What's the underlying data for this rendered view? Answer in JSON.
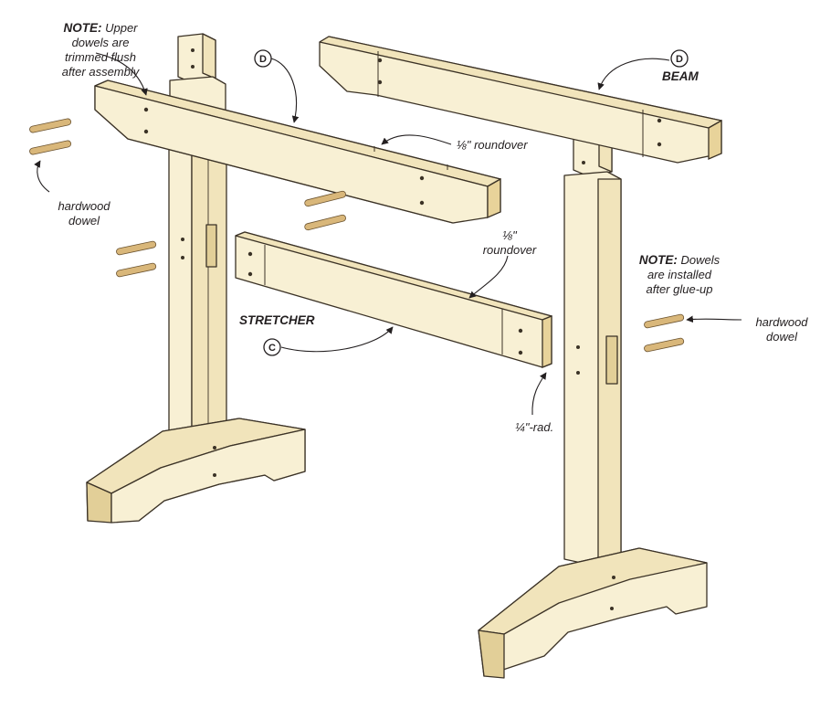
{
  "colors": {
    "wood_light": "#f8f0d4",
    "wood_mid": "#f1e4bb",
    "wood_dark": "#e2cf98",
    "wood_shadow": "#d4bd80",
    "end_grain": "#e8d39a",
    "dowel": "#d9b77a",
    "outline": "#3b3226"
  },
  "labels": {
    "note_top": {
      "bold": "NOTE:",
      "line1_rest": " Upper",
      "line2": "dowels are",
      "line3": "trimmed flush",
      "line4": "after assembly"
    },
    "callout_d_beam": "D",
    "callout_d_top": "D",
    "callout_c": "C",
    "beam": "BEAM",
    "stretcher": "STRETCHER",
    "roundover_top": "⅛\" roundover",
    "roundover_stretcher_1": "⅛\"",
    "roundover_stretcher_2": "roundover",
    "radius": "¼\"-rad.",
    "dowel_left_1": "hardwood",
    "dowel_left_2": "dowel",
    "dowel_right_1": "hardwood",
    "dowel_right_2": "dowel",
    "note_right": {
      "bold": "NOTE:",
      "line1_rest": " Dowels",
      "line2": "are installed",
      "line3": "after glue-up"
    }
  }
}
